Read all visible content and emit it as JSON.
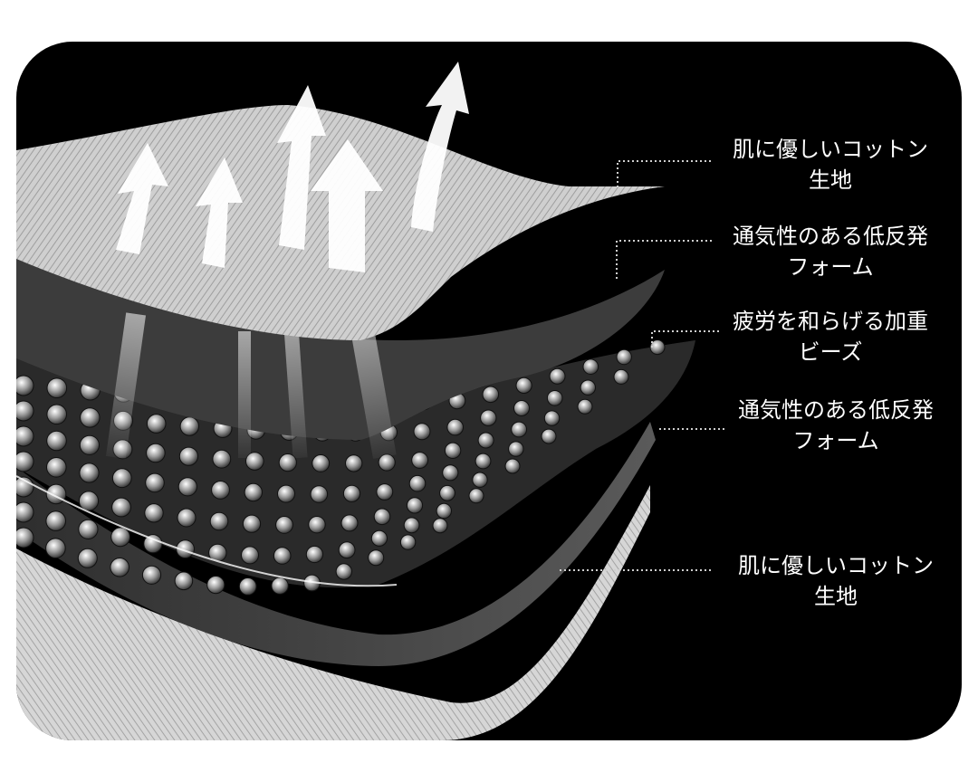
{
  "labels": [
    {
      "line1": "肌に優しいコットン",
      "line2": "生地"
    },
    {
      "line1": "通気性のある低反発",
      "line2": "フォーム"
    },
    {
      "line1": "疲労を和らげる加重",
      "line2": "ビーズ"
    },
    {
      "line1": "通気性のある低反発",
      "line2": "フォーム"
    },
    {
      "line1": "肌に優しいコットン",
      "line2": "生地"
    }
  ],
  "colors": {
    "background": "#000000",
    "cotton": "#d8d8d8",
    "foam": "#4a4a4a",
    "beads": "#c9c9c9",
    "text": "#ffffff"
  },
  "icons": [
    "airflow-arrow-icon"
  ]
}
